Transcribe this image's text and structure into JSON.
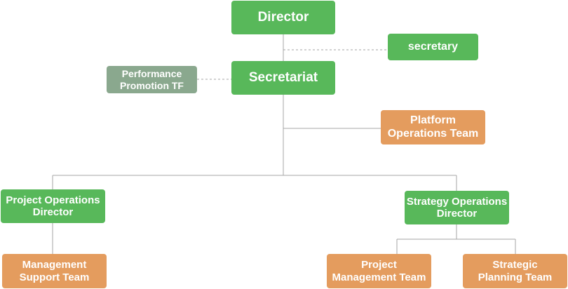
{
  "colors": {
    "division": "#58b85a",
    "team": "#e49c5e",
    "task_force": "#8aa88e",
    "line": "#a6a6a6"
  },
  "nodes": {
    "director": "Director",
    "secretary": "secretary",
    "secretariat": "Secretariat",
    "performance_tf": "Performance\nPromotion TF",
    "platform_ops": "Platform\nOperations Team",
    "project_ops_director": "Project Operations\nDirector",
    "strategy_ops_director": "Strategy Operations\nDirector",
    "management_support": "Management\nSupport Team",
    "project_management": "Project\nManagement Team",
    "strategic_planning": "Strategic\nPlanning Team"
  }
}
